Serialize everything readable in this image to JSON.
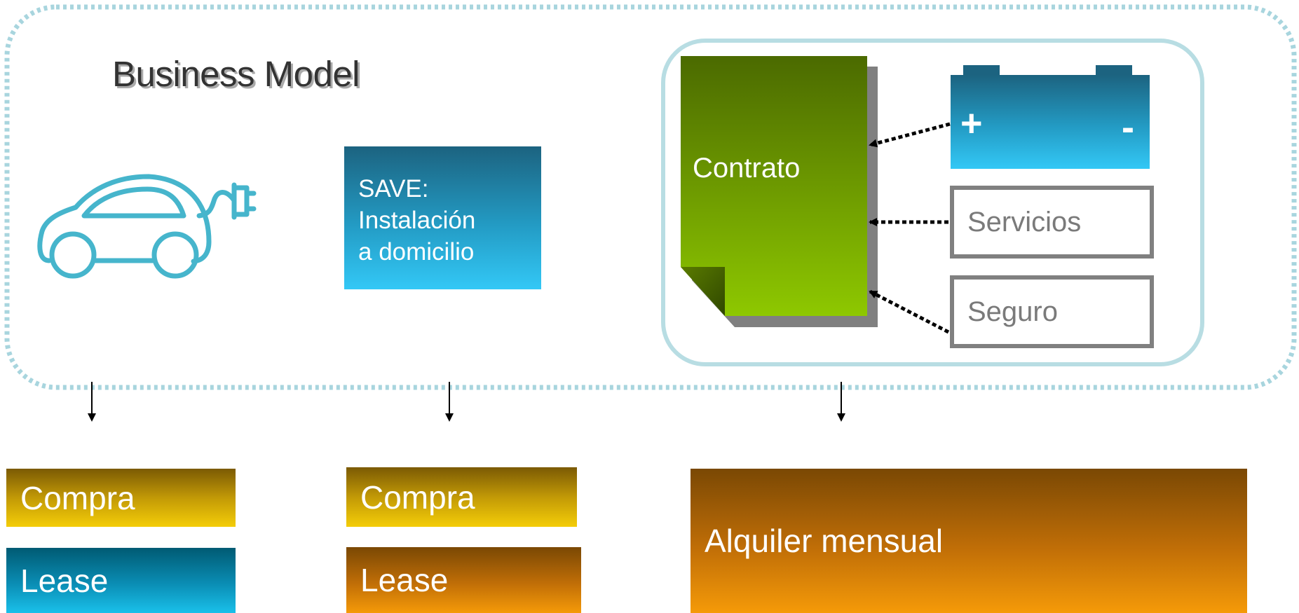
{
  "title": "Business Model",
  "ev_icon": {
    "icon": "electric-car-plug-icon",
    "color": "#46b5cc"
  },
  "save_box": {
    "lines": [
      "SAVE:",
      "Instalación",
      "a domicilio"
    ]
  },
  "contract_group": {
    "contrato_label": "Contrato",
    "battery": {
      "plus": "+",
      "minus": "-"
    },
    "servicios_label": "Servicios",
    "seguro_label": "Seguro"
  },
  "outcomes": {
    "col1": {
      "compra": "Compra",
      "lease": "Lease"
    },
    "col2": {
      "compra": "Compra",
      "lease": "Lease"
    },
    "col3": {
      "alquiler": "Alquiler mensual"
    }
  },
  "colors": {
    "dotted_border": "#a8d5de",
    "rounded_group_border": "#b8dde3",
    "contrato_green": "#7fb800",
    "battery_blue": "#239bc4",
    "gold": "#f4cd08",
    "teal": "#1ac0ea",
    "orange": "#f59a08"
  }
}
